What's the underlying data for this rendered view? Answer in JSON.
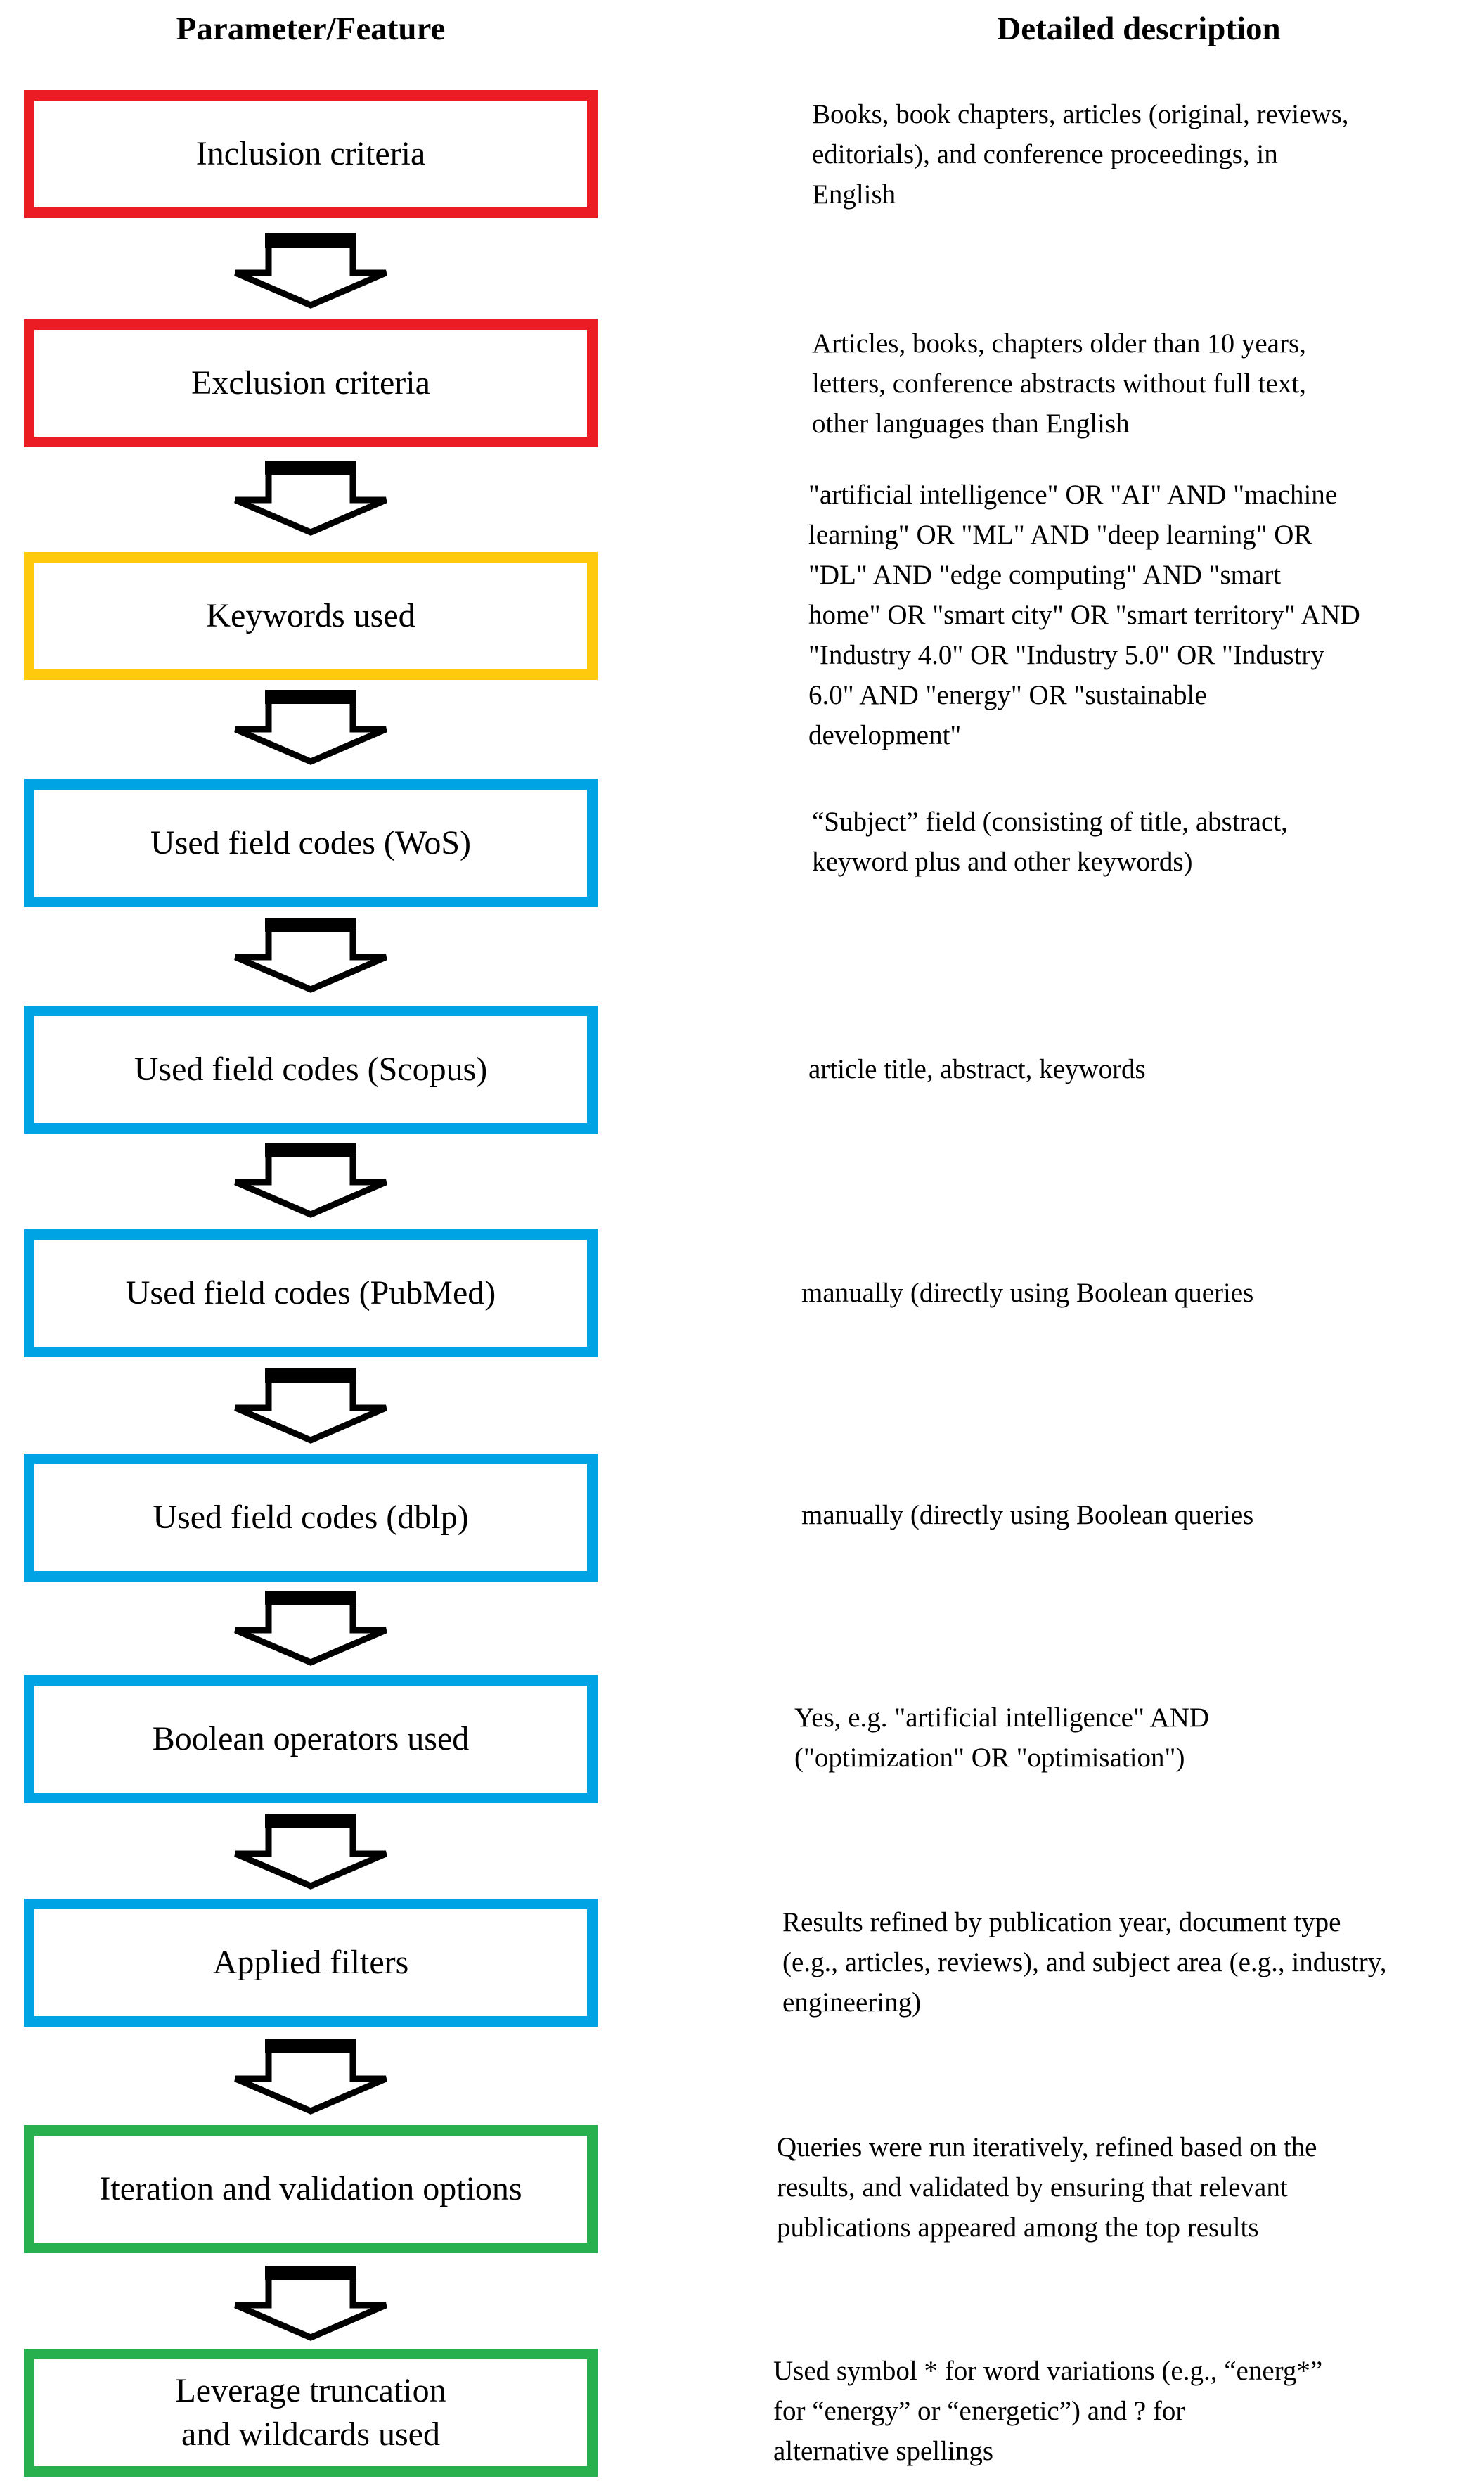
{
  "headers": {
    "left": "Parameter/Feature",
    "right": "Detailed description"
  },
  "colors": {
    "red": "#EC1C24",
    "yellow": "#FFC90E",
    "blue": "#00A3E4",
    "green": "#29B04E",
    "arrow_outline": "#000000"
  },
  "steps": [
    {
      "label": "Inclusion criteria",
      "border": "red",
      "description": "Books, book chapters, articles (original, reviews,\neditorials), and conference proceedings, in\nEnglish"
    },
    {
      "label": "Exclusion criteria",
      "border": "red",
      "description": "Articles, books, chapters older than 10 years,\nletters, conference abstracts without full text,\nother languages than English"
    },
    {
      "label": "Keywords used",
      "border": "yellow",
      "description": "\"artificial intelligence\" OR \"AI\" AND \"machine\nlearning\" OR \"ML\" AND \"deep learning\" OR\n\"DL\" AND \"edge computing\" AND \"smart\nhome\" OR \"smart city\" OR \"smart territory\" AND\n\"Industry 4.0\" OR \"Industry 5.0\" OR \"Industry\n6.0\" AND \"energy\" OR \"sustainable\ndevelopment\""
    },
    {
      "label": "Used field codes (WoS)",
      "border": "blue",
      "description": "“Subject” field (consisting of title, abstract,\nkeyword plus and other keywords)"
    },
    {
      "label": "Used field codes (Scopus)",
      "border": "blue",
      "description": "article title, abstract, keywords"
    },
    {
      "label": "Used field codes (PubMed)",
      "border": "blue",
      "description": "manually (directly using Boolean queries"
    },
    {
      "label": "Used field codes (dblp)",
      "border": "blue",
      "description": "manually (directly using Boolean queries"
    },
    {
      "label": "Boolean operators used",
      "border": "blue",
      "description": "Yes, e.g. \"artificial intelligence\" AND\n(\"optimization\" OR \"optimisation\")"
    },
    {
      "label": "Applied filters",
      "border": "blue",
      "description": "Results refined by publication year, document type\n(e.g., articles, reviews), and subject area (e.g., industry,\nengineering)"
    },
    {
      "label": "Iteration and validation options",
      "border": "green",
      "description": "Queries were run iteratively, refined based on the\nresults, and validated by ensuring that relevant\npublications appeared among the top results"
    },
    {
      "label": "Leverage truncation\nand wildcards used",
      "border": "green",
      "description": "Used symbol * for word variations (e.g., “energ*”\nfor “energy” or “energetic”) and ? for\nalternative spellings"
    }
  ]
}
